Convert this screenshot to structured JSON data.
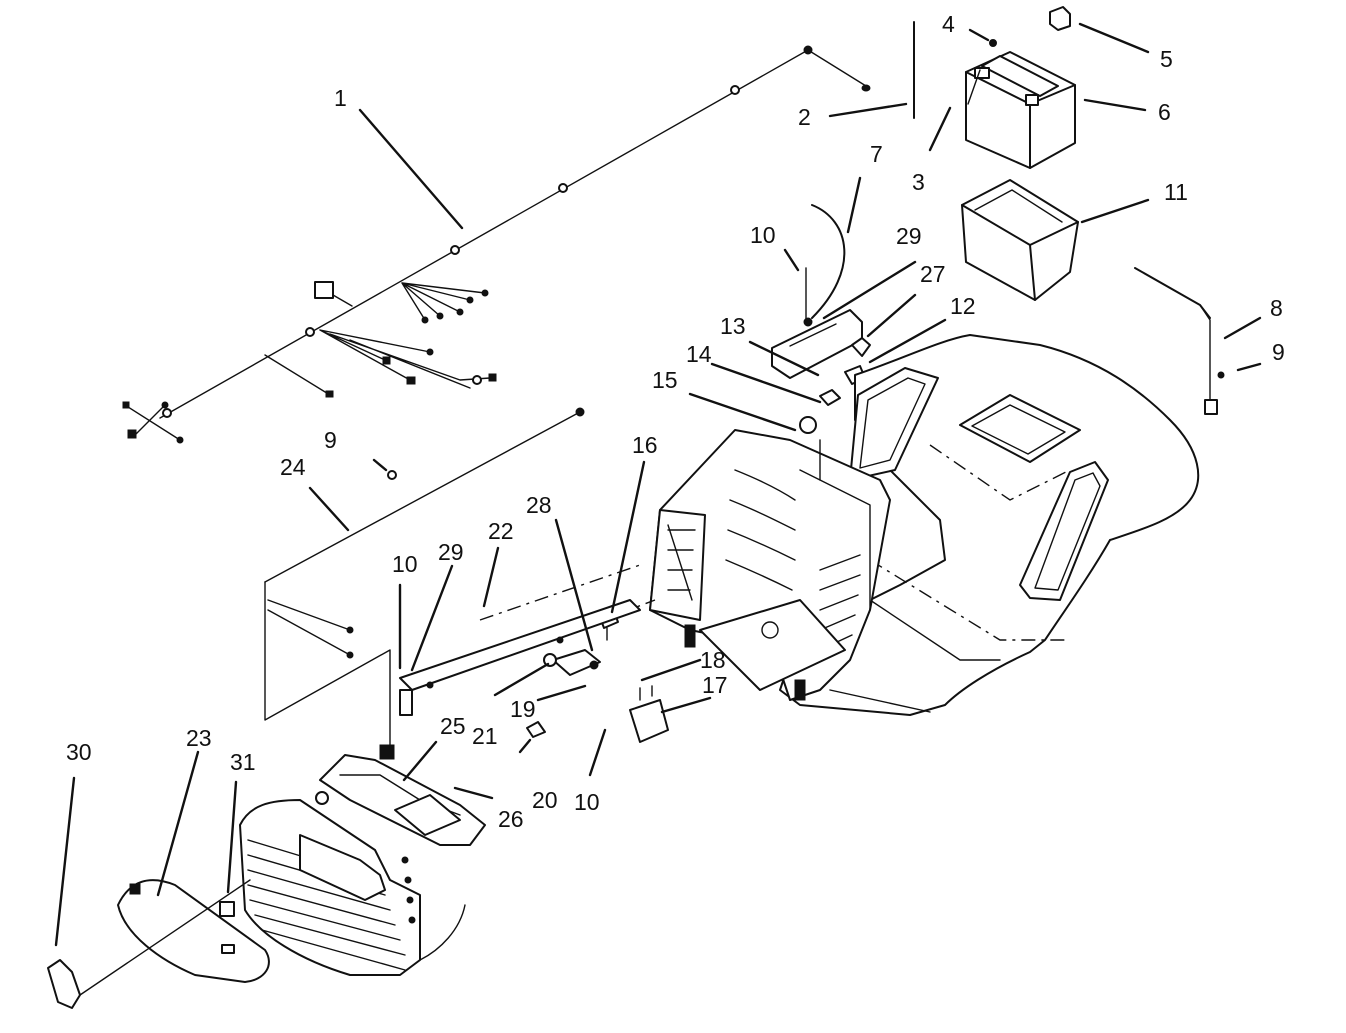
{
  "callouts": [
    {
      "id": "c1",
      "label": "1"
    },
    {
      "id": "c2",
      "label": "2"
    },
    {
      "id": "c3",
      "label": "3"
    },
    {
      "id": "c4",
      "label": "4"
    },
    {
      "id": "c5",
      "label": "5"
    },
    {
      "id": "c6",
      "label": "6"
    },
    {
      "id": "c7",
      "label": "7"
    },
    {
      "id": "c8",
      "label": "8"
    },
    {
      "id": "c9a",
      "label": "9"
    },
    {
      "id": "c9b",
      "label": "9"
    },
    {
      "id": "c10a",
      "label": "10"
    },
    {
      "id": "c10b",
      "label": "10"
    },
    {
      "id": "c10c",
      "label": "10"
    },
    {
      "id": "c11",
      "label": "11"
    },
    {
      "id": "c12",
      "label": "12"
    },
    {
      "id": "c13",
      "label": "13"
    },
    {
      "id": "c14",
      "label": "14"
    },
    {
      "id": "c15",
      "label": "15"
    },
    {
      "id": "c16",
      "label": "16"
    },
    {
      "id": "c17",
      "label": "17"
    },
    {
      "id": "c18",
      "label": "18"
    },
    {
      "id": "c19",
      "label": "19"
    },
    {
      "id": "c20",
      "label": "20"
    },
    {
      "id": "c21",
      "label": "21"
    },
    {
      "id": "c22",
      "label": "22"
    },
    {
      "id": "c23",
      "label": "23"
    },
    {
      "id": "c24",
      "label": "24"
    },
    {
      "id": "c25",
      "label": "25"
    },
    {
      "id": "c26",
      "label": "26"
    },
    {
      "id": "c27",
      "label": "27"
    },
    {
      "id": "c28",
      "label": "28"
    },
    {
      "id": "c29a",
      "label": "29"
    },
    {
      "id": "c29b",
      "label": "29"
    },
    {
      "id": "c30",
      "label": "30"
    },
    {
      "id": "c31",
      "label": "31"
    }
  ]
}
